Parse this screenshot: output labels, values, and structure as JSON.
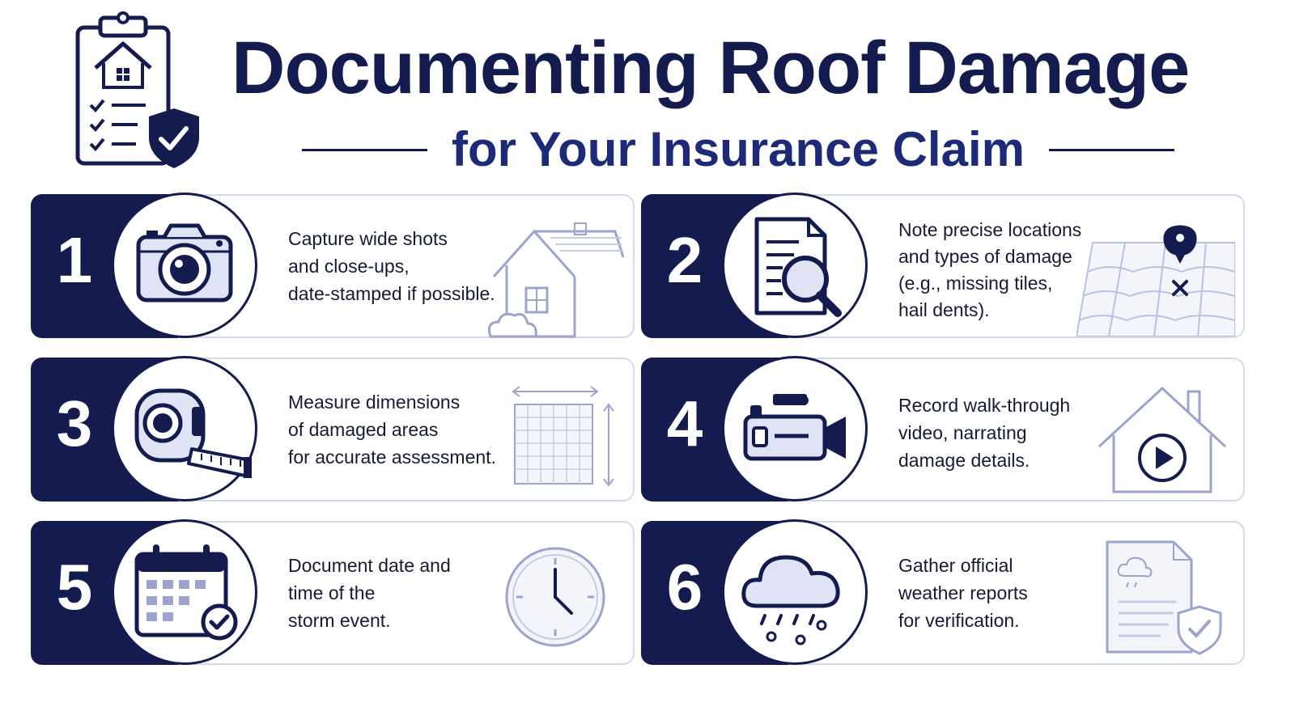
{
  "header": {
    "title": "Documenting Roof Damage",
    "subtitle": "for Your Insurance Claim",
    "icon": "clipboard-house-checklist-shield-icon"
  },
  "colors": {
    "navy": "#141c4f",
    "accent_blue": "#1c2a78",
    "light_fill": "#dfe3f3",
    "card_border": "#d4d9eb"
  },
  "steps": [
    {
      "number": "1",
      "lines": [
        "Capture wide shots",
        "and close-ups,",
        "date-stamped if possible."
      ],
      "icon": "camera-icon",
      "decoration": "house-sketch-icon"
    },
    {
      "number": "2",
      "lines": [
        "Note precise locations",
        "and types of damage",
        "(e.g., missing tiles,",
        "hail dents)."
      ],
      "icon": "document-magnifier-icon",
      "decoration": "roof-tiles-location-pin-icon"
    },
    {
      "number": "3",
      "lines": [
        "Measure dimensions",
        "of damaged areas",
        "for accurate assessment."
      ],
      "icon": "tape-measure-icon",
      "decoration": "grid-dimension-icon"
    },
    {
      "number": "4",
      "lines": [
        "Record walk-through",
        "video, narrating",
        "damage details."
      ],
      "icon": "video-camera-icon",
      "decoration": "house-play-icon"
    },
    {
      "number": "5",
      "lines": [
        "Document date and",
        "time of the",
        "storm event."
      ],
      "icon": "calendar-check-icon",
      "decoration": "clock-icon"
    },
    {
      "number": "6",
      "lines": [
        "Gather official",
        "weather reports",
        "for verification."
      ],
      "icon": "rain-cloud-icon",
      "decoration": "weather-report-shield-icon"
    }
  ]
}
